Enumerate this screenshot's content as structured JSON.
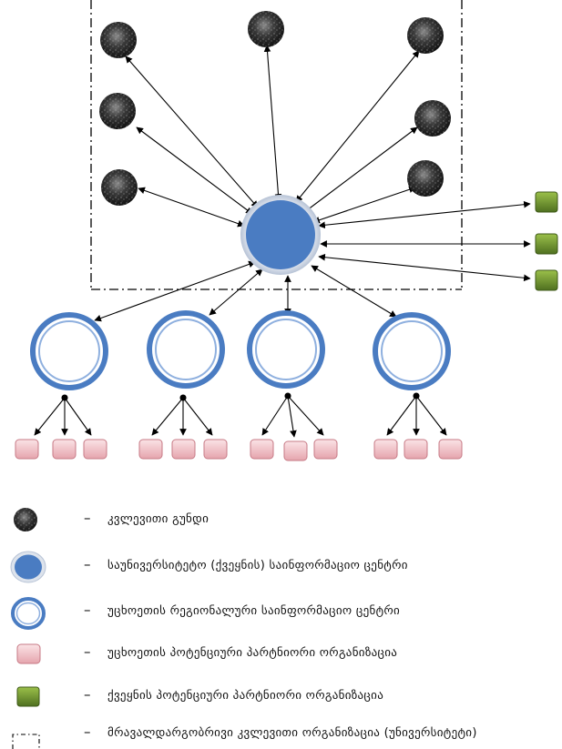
{
  "legend": {
    "dash": "–",
    "items": [
      {
        "symbol": "research-team",
        "label": "კვლევითი გუნდი"
      },
      {
        "symbol": "university-center",
        "label": "საუნივერსიტეტო (ქვეყნის) საინფორმაციო ცენტრი"
      },
      {
        "symbol": "foreign-regional-center",
        "label": "უცხოეთის რეგიონალური  საინფორმაციო ცენტრი"
      },
      {
        "symbol": "foreign-partner-org",
        "label": "უცხოეთის პოტენციური პარტნიორი ორგანიზაცია"
      },
      {
        "symbol": "country-partner-org",
        "label": "ქვეყნის პოტენციური პარტნიორი ორგანიზაცია"
      },
      {
        "symbol": "research-organization-boundary",
        "label": "მრავალდარგობრივი კვლევითი ორგანიზაცია (უნივერსიტეტი)"
      }
    ]
  },
  "colors": {
    "center_blue": "#4a7cc2",
    "ring_blue": "#4a7cc2",
    "team_dark": "#2b2b2b",
    "partner_pink": "#e9aab3",
    "partner_green": "#6b8f2e",
    "arrow": "#000000"
  }
}
